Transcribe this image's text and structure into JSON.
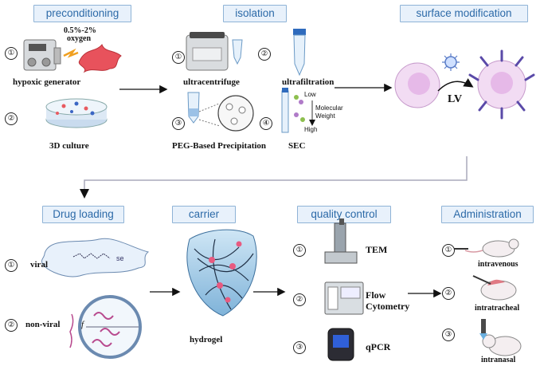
{
  "stages": {
    "preconditioning": "preconditioning",
    "isolation": "isolation",
    "surface_modification": "surface modification",
    "drug_loading": "Drug loading",
    "carrier": "carrier",
    "quality_control": "quality control",
    "administration": "Administration"
  },
  "preconditioning": {
    "n1": "①",
    "n2": "②",
    "oxygen_pct": "0.5%-2%",
    "oxygen": "oxygen",
    "hypoxic_generator": "hypoxic generator",
    "culture_3d": "3D culture"
  },
  "isolation": {
    "n1": "①",
    "n2": "②",
    "n3": "③",
    "n4": "④",
    "ultracentrifuge": "ultracentrifuge",
    "ultrafiltration": "ultrafiltration",
    "peg": "PEG-Based Precipitation",
    "sec": "SEC",
    "sec_low": "Low",
    "sec_mw1": "Molecular",
    "sec_mw2": "Weight",
    "sec_high": "High"
  },
  "surface_modification": {
    "lv": "LV"
  },
  "drug_loading": {
    "n1": "①",
    "n2": "②",
    "viral": "viral",
    "non_viral": "non-viral",
    "se": "se",
    "f": "f"
  },
  "carrier": {
    "hydrogel": "hydrogel"
  },
  "quality_control": {
    "n1": "①",
    "n2": "②",
    "n3": "③",
    "tem": "TEM",
    "flow1": "Flow",
    "flow2": "Cytometry",
    "qpcr": "qPCR"
  },
  "administration": {
    "n1": "①",
    "n2": "②",
    "n3": "③",
    "intravenous": "intravenous",
    "intratracheal": "intratracheal",
    "intranasal": "intranasal"
  }
}
